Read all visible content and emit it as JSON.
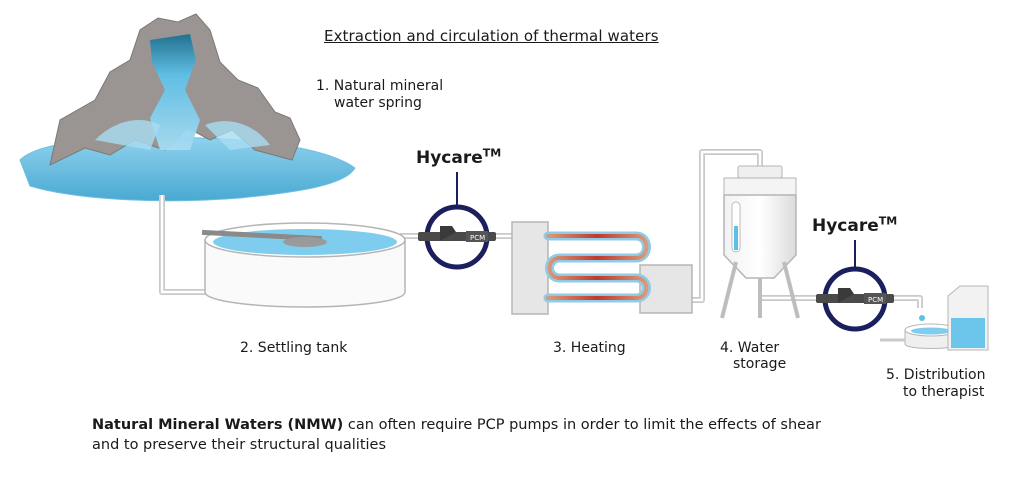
{
  "title": "Extraction and circulation of thermal waters",
  "steps": {
    "spring_line1": "1. Natural mineral",
    "spring_line2": "water spring",
    "settling": "2. Settling tank",
    "heating": "3. Heating",
    "storage_line1": "4. Water",
    "storage_line2": "storage",
    "distribution_line1": "5. Distribution",
    "distribution_line2": "to therapist"
  },
  "pumps": {
    "brand": "Hycare",
    "superscript": "TM",
    "pump_logo": "PCM"
  },
  "caption": {
    "bold": "Natural Mineral Waters (NMW)",
    "rest": " can often require PCP pumps in order to limit the effects of shear and to preserve their structural qualities"
  },
  "colors": {
    "rock": "#9a9592",
    "water_light": "#a8dcf2",
    "water_mid": "#5cc0e8",
    "pump_ring": "#1b1f5e",
    "pipe": "#d8d8d8",
    "heat": "#c0522a"
  },
  "icons": [
    "pump-icon",
    "pipe-icon",
    "tank-icon",
    "heat-exchanger-icon",
    "silo-icon",
    "tub-icon"
  ]
}
